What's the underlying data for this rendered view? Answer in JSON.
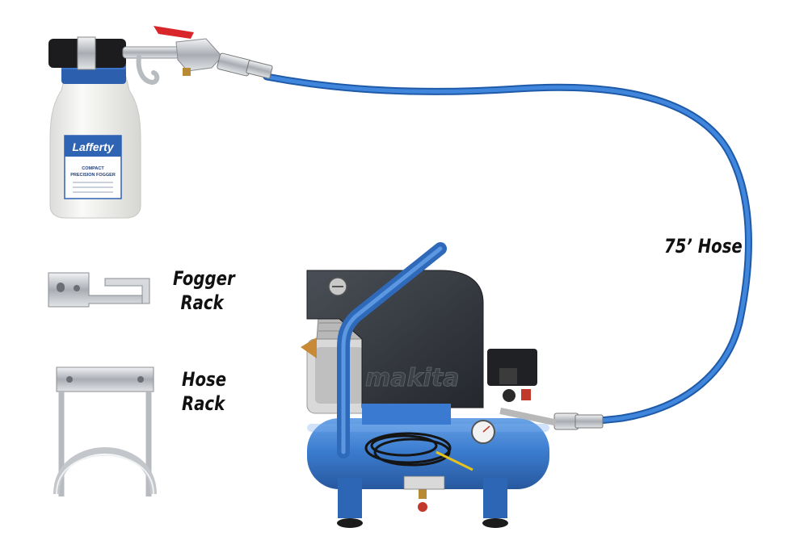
{
  "labels": {
    "fogger_rack_line1": "Fogger",
    "fogger_rack_line2": "Rack",
    "hose_rack_line1": "Hose",
    "hose_rack_line2": "Rack",
    "hose_length": "75’ Hose"
  },
  "bottle": {
    "brand": "Lafferty",
    "product_line1": "COMPACT",
    "product_line2": "PRECISION FOGGER"
  },
  "compressor": {
    "brand": "makita"
  },
  "colors": {
    "hose_blue": "#2f74c9",
    "compressor_blue": "#3d7fd1",
    "compressor_dark": "#33373d",
    "chrome": "#c9ccd0",
    "bottle_white": "#f2f2f0"
  }
}
